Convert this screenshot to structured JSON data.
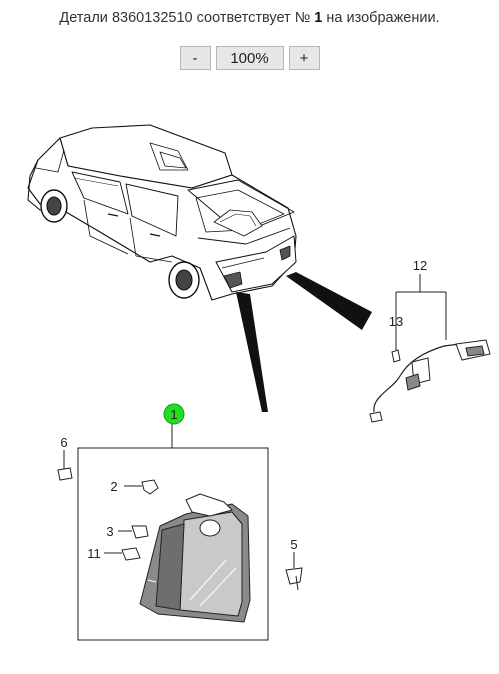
{
  "caption": {
    "prefix": "Детали 8360132510 соответствует №",
    "number": "1",
    "suffix": "на изображении."
  },
  "zoom": {
    "minus_label": "-",
    "level_label": "100%",
    "plus_label": "+"
  },
  "diagram": {
    "callouts": [
      "1",
      "2",
      "3",
      "5",
      "6",
      "11",
      "12",
      "13"
    ],
    "highlight_color": "#22dd22"
  }
}
